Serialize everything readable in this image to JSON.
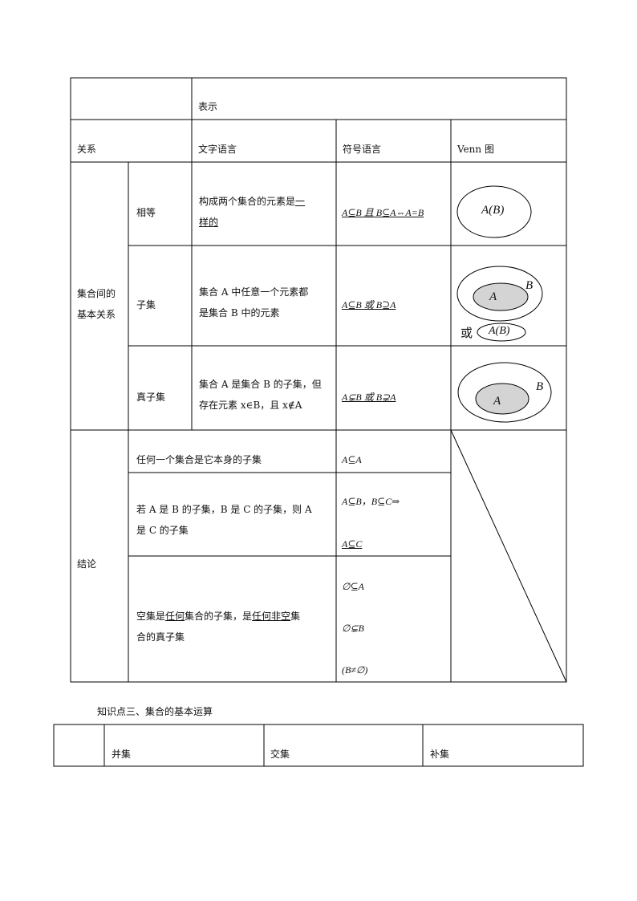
{
  "table1": {
    "header_represent": "表示",
    "col_relation": "关系",
    "col_text": "文字语言",
    "col_symbol": "符号语言",
    "col_venn": "Venn 图",
    "group_basic_line1": "集合间的",
    "group_basic_line2": "基本关系",
    "rows": [
      {
        "name": "相等",
        "text_line1_a": "构成两个集合的元素是",
        "text_line1_b": "一",
        "text_line2": "样的",
        "symbol": "A⊆B 且 B⊆A⇔A=B",
        "venn_label": "A(B)"
      },
      {
        "name": "子集",
        "text_line1": "集合 A 中任意一个元素都",
        "text_line2": "是集合 B 中的元素",
        "symbol": "A⊆B 或 B⊇A",
        "venn_inner": "A",
        "venn_outer": "B",
        "venn_or": "或",
        "venn_alt": "A(B)"
      },
      {
        "name": "真子集",
        "text_line1": "集合 A 是集合 B 的子集，但",
        "text_line2": "存在元素 x∈B，且 x∉A",
        "symbol": "A⊊B 或 B⊋A",
        "venn_inner": "A",
        "venn_outer": "B"
      }
    ],
    "group_conclusion": "结论",
    "conclusions": [
      {
        "text": "任何一个集合是它本身的子集",
        "symbol": "A⊆A"
      },
      {
        "text_line1": "若 A 是 B 的子集，B 是 C 的子集，则 A",
        "text_line2": "是 C 的子集",
        "symbol_line1": "A⊆B，B⊆C⇒",
        "symbol_line2": "A⊆C"
      },
      {
        "text_a": "空集是",
        "text_b": "任何",
        "text_c": "集合的子集，是",
        "text_d": "任何非空",
        "text_e": "集",
        "text_line2": "合的真子集",
        "symbol_line1": "∅⊆A",
        "symbol_line2": "∅⊊B",
        "symbol_line3": "(B≠∅)"
      }
    ]
  },
  "section_heading": "知识点三、集合的基本运算",
  "table2": {
    "col_union": "并集",
    "col_intersection": "交集",
    "col_complement": "补集"
  }
}
